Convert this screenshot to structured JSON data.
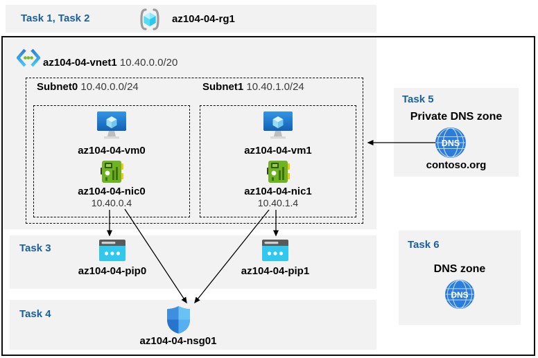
{
  "colors": {
    "task_label": "#1a5f9e",
    "panel_bg": "#f2f2f2",
    "arrow": "#000000"
  },
  "header": {
    "tasks": "Task 1, Task 2",
    "resource_group": "az104-04-rg1"
  },
  "vnet": {
    "name": "az104-04-vnet1",
    "cidr": "10.40.0.0/20",
    "subnets": [
      {
        "name": "Subnet0",
        "cidr": "10.40.0.0/24",
        "vm": "az104-04-vm0",
        "nic": "az104-04-nic0",
        "ip": "10.40.0.4"
      },
      {
        "name": "Subnet1",
        "cidr": "10.40.1.0/24",
        "vm": "az104-04-vm1",
        "nic": "az104-04-nic1",
        "ip": "10.40.1.4"
      }
    ]
  },
  "task3": {
    "label": "Task 3",
    "pip0": "az104-04-pip0",
    "pip1": "az104-04-pip1"
  },
  "task4": {
    "label": "Task 4",
    "nsg": "az104-04-nsg01"
  },
  "task5": {
    "label": "Task 5",
    "title": "Private DNS zone",
    "zone": "contoso.org",
    "dns_icon_text": "DNS"
  },
  "task6": {
    "label": "Task 6",
    "title": "DNS zone",
    "dns_icon_text": "DNS"
  },
  "icons": [
    "resource-group-icon",
    "virtual-network-icon",
    "virtual-machine-icon",
    "network-interface-icon",
    "public-ip-icon",
    "nsg-shield-icon",
    "dns-globe-icon"
  ]
}
